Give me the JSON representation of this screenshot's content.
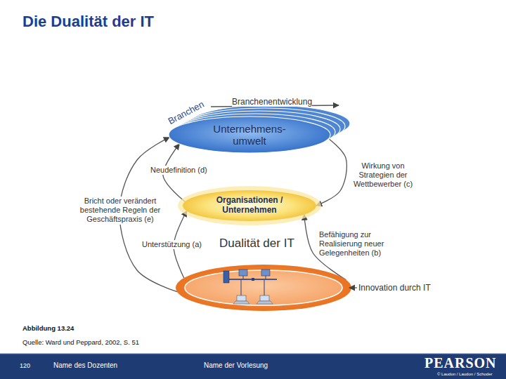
{
  "diagram": {
    "title": "Die Dualität der IT",
    "caption": "Abbildung 13.24",
    "nodes": [
      {
        "text": [
          "Branchen",
          "Unternehmens- umwelt"
        ]
      },
      {
        "text": [
          "Organisationen / Unternehmen"
        ]
      },
      {
        "text": [
          "Dualität der IT"
        ]
      }
    ],
    "edges": [
      {
        "from": 1,
        "to": 0,
        "label": "Neudefinition (d)",
        "arrow": "to"
      },
      {
        "from": 2,
        "to": 0,
        "label": "Bricht oder verändert bestehende Regeln der Geschäftspraxis (e)",
        "arrow": "to"
      },
      {
        "from": 2,
        "to": 1,
        "label": "Unterstützung (a)",
        "arrow": "to"
      },
      {
        "from": 2,
        "to": 1,
        "label": "Befähigung zur Realisierung neuer Gelegenheiten (b)",
        "arrow": "to"
      },
      {
        "from": 0,
        "to": 1,
        "label": "Wirkung von Strategien der Wettbewerber (c)",
        "arrow": "to"
      }
    ],
    "labels": [
      "Branchenentwicklung",
      "Innovation durch IT",
      "Quelle: Ward und Peppard, 2002, S. 51",
      "120",
      "Name des Dozenten",
      "Name der Vorlesung",
      "PEARSON",
      "© Laudon / Laudon / Schoder"
    ]
  }
}
